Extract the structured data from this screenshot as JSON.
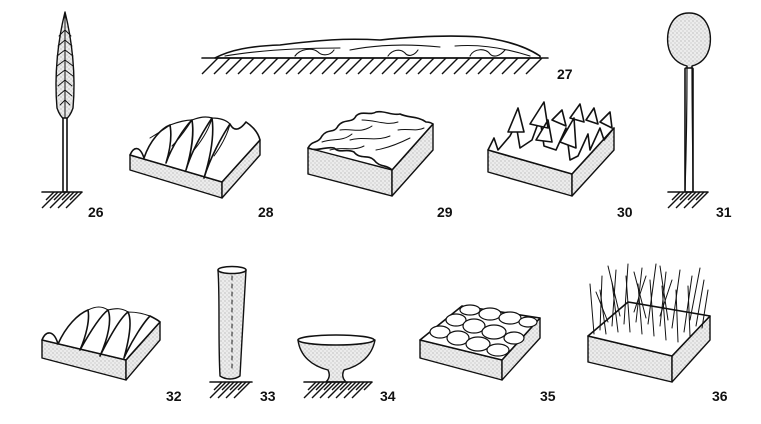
{
  "figures": [
    {
      "id": "26",
      "label": "26"
    },
    {
      "id": "27",
      "label": "27"
    },
    {
      "id": "28",
      "label": "28"
    },
    {
      "id": "29",
      "label": "29"
    },
    {
      "id": "30",
      "label": "30"
    },
    {
      "id": "31",
      "label": "31"
    },
    {
      "id": "32",
      "label": "32"
    },
    {
      "id": "33",
      "label": "33"
    },
    {
      "id": "34",
      "label": "34"
    },
    {
      "id": "35",
      "label": "35"
    },
    {
      "id": "36",
      "label": "36"
    }
  ]
}
